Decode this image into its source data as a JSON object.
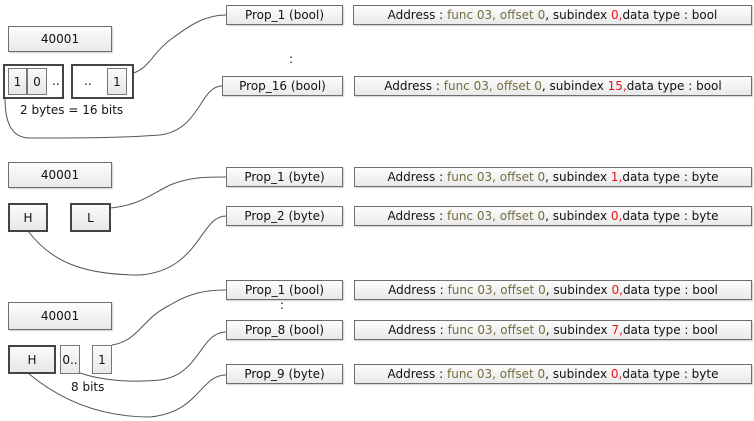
{
  "sections": [
    {
      "register": "40001",
      "bits": {
        "cells": [
          "1",
          "0",
          "..",
          "..",
          "1"
        ],
        "caption": "2 bytes = 16 bits"
      },
      "ellipsis": ":",
      "props": [
        {
          "label": "Prop_1 (bool)",
          "addr": {
            "prefix": "Address : ",
            "func": "func 03, offset 0",
            "mid": ", subindex ",
            "sub": "0,",
            "suffix": " data type : bool"
          }
        },
        {
          "label": "Prop_16 (bool)",
          "addr": {
            "prefix": "Address : ",
            "func": "func 03, offset 0",
            "mid": ", subindex ",
            "sub": "15,",
            "suffix": " data type : bool"
          }
        }
      ]
    },
    {
      "register": "40001",
      "bytes": [
        "H",
        "L"
      ],
      "props": [
        {
          "label": "Prop_1 (byte)",
          "addr": {
            "prefix": "Address : ",
            "func": "func 03, offset 0",
            "mid": ", subindex ",
            "sub": "1,",
            "suffix": " data type : byte"
          }
        },
        {
          "label": "Prop_2 (byte)",
          "addr": {
            "prefix": "Address : ",
            "func": "func 03, offset 0",
            "mid": ", subindex ",
            "sub": "0,",
            "suffix": " data type : byte"
          }
        }
      ]
    },
    {
      "register": "40001",
      "bytes": [
        "H",
        "0..",
        "1"
      ],
      "caption": "8 bits",
      "ellipsis": ":",
      "props": [
        {
          "label": "Prop_1 (bool)",
          "addr": {
            "prefix": "Address : ",
            "func": "func 03, offset 0",
            "mid": ", subindex ",
            "sub": "0,",
            "suffix": " data type : bool"
          }
        },
        {
          "label": "Prop_8 (bool)",
          "addr": {
            "prefix": "Address : ",
            "func": "func 03, offset 0",
            "mid": ", subindex ",
            "sub": "7,",
            "suffix": " data type : bool"
          }
        },
        {
          "label": "Prop_9 (byte)",
          "addr": {
            "prefix": "Address : ",
            "func": "func 03, offset 0",
            "mid": ", subindex ",
            "sub": "0,",
            "suffix": " data type : byte"
          }
        }
      ]
    }
  ],
  "colors": {
    "olive": "#736d3e",
    "red": "#e8141c"
  }
}
